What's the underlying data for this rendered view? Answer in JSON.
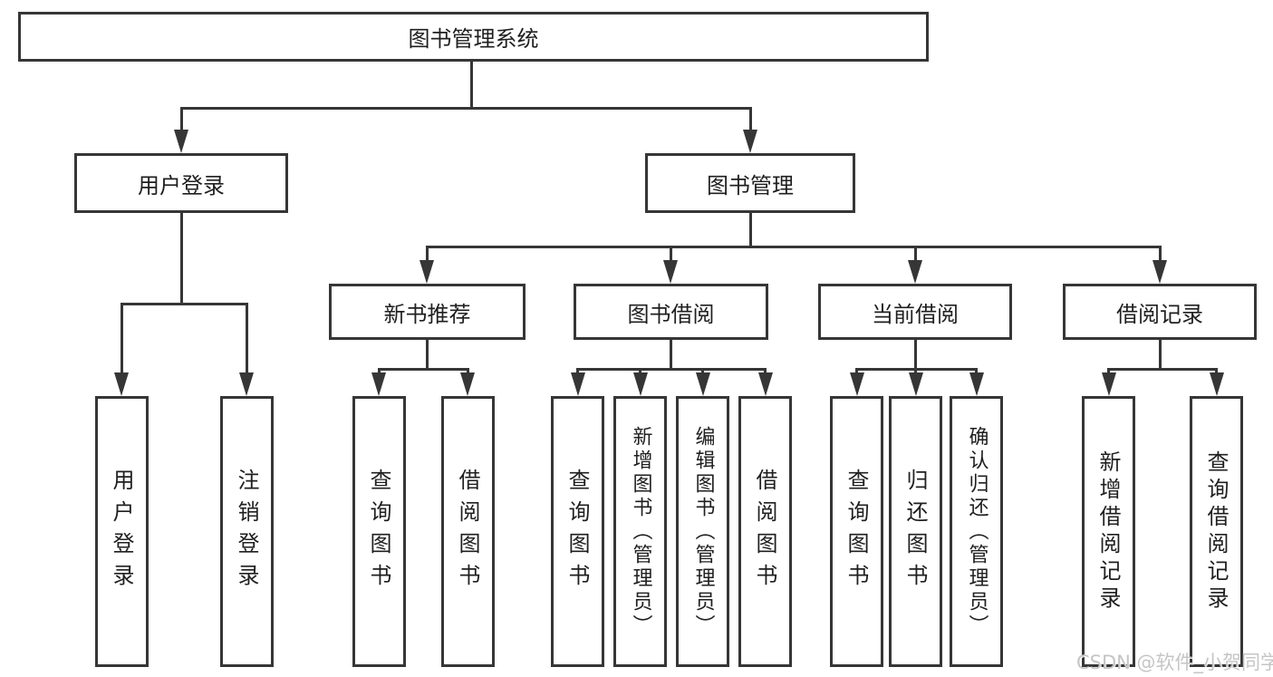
{
  "diagram": {
    "root": {
      "label": "图书管理系统"
    },
    "level2": [
      {
        "label": "用户登录"
      },
      {
        "label": "图书管理"
      }
    ],
    "level3": [
      {
        "label": "新书推荐"
      },
      {
        "label": "图书借阅"
      },
      {
        "label": "当前借阅"
      },
      {
        "label": "借阅记录"
      }
    ],
    "leaves": {
      "user_login": [
        "用户登录",
        "注销登录"
      ],
      "new_books": [
        "查询图书",
        "借阅图书"
      ],
      "book_borrow": [
        "查询图书",
        "新增图书（管理员）",
        "编辑图书（管理员）",
        "借阅图书"
      ],
      "current_borrow": [
        "查询图书",
        "归还图书",
        "确认归还（管理员）"
      ],
      "borrow_records": [
        "新增借阅记录",
        "查询借阅记录"
      ]
    }
  },
  "watermark": "CSDN @软件_小贺同学",
  "colors": {
    "line": "#363636",
    "background": "#ffffff",
    "text": "#1f1f1f",
    "watermark": "#c5c5c5"
  }
}
